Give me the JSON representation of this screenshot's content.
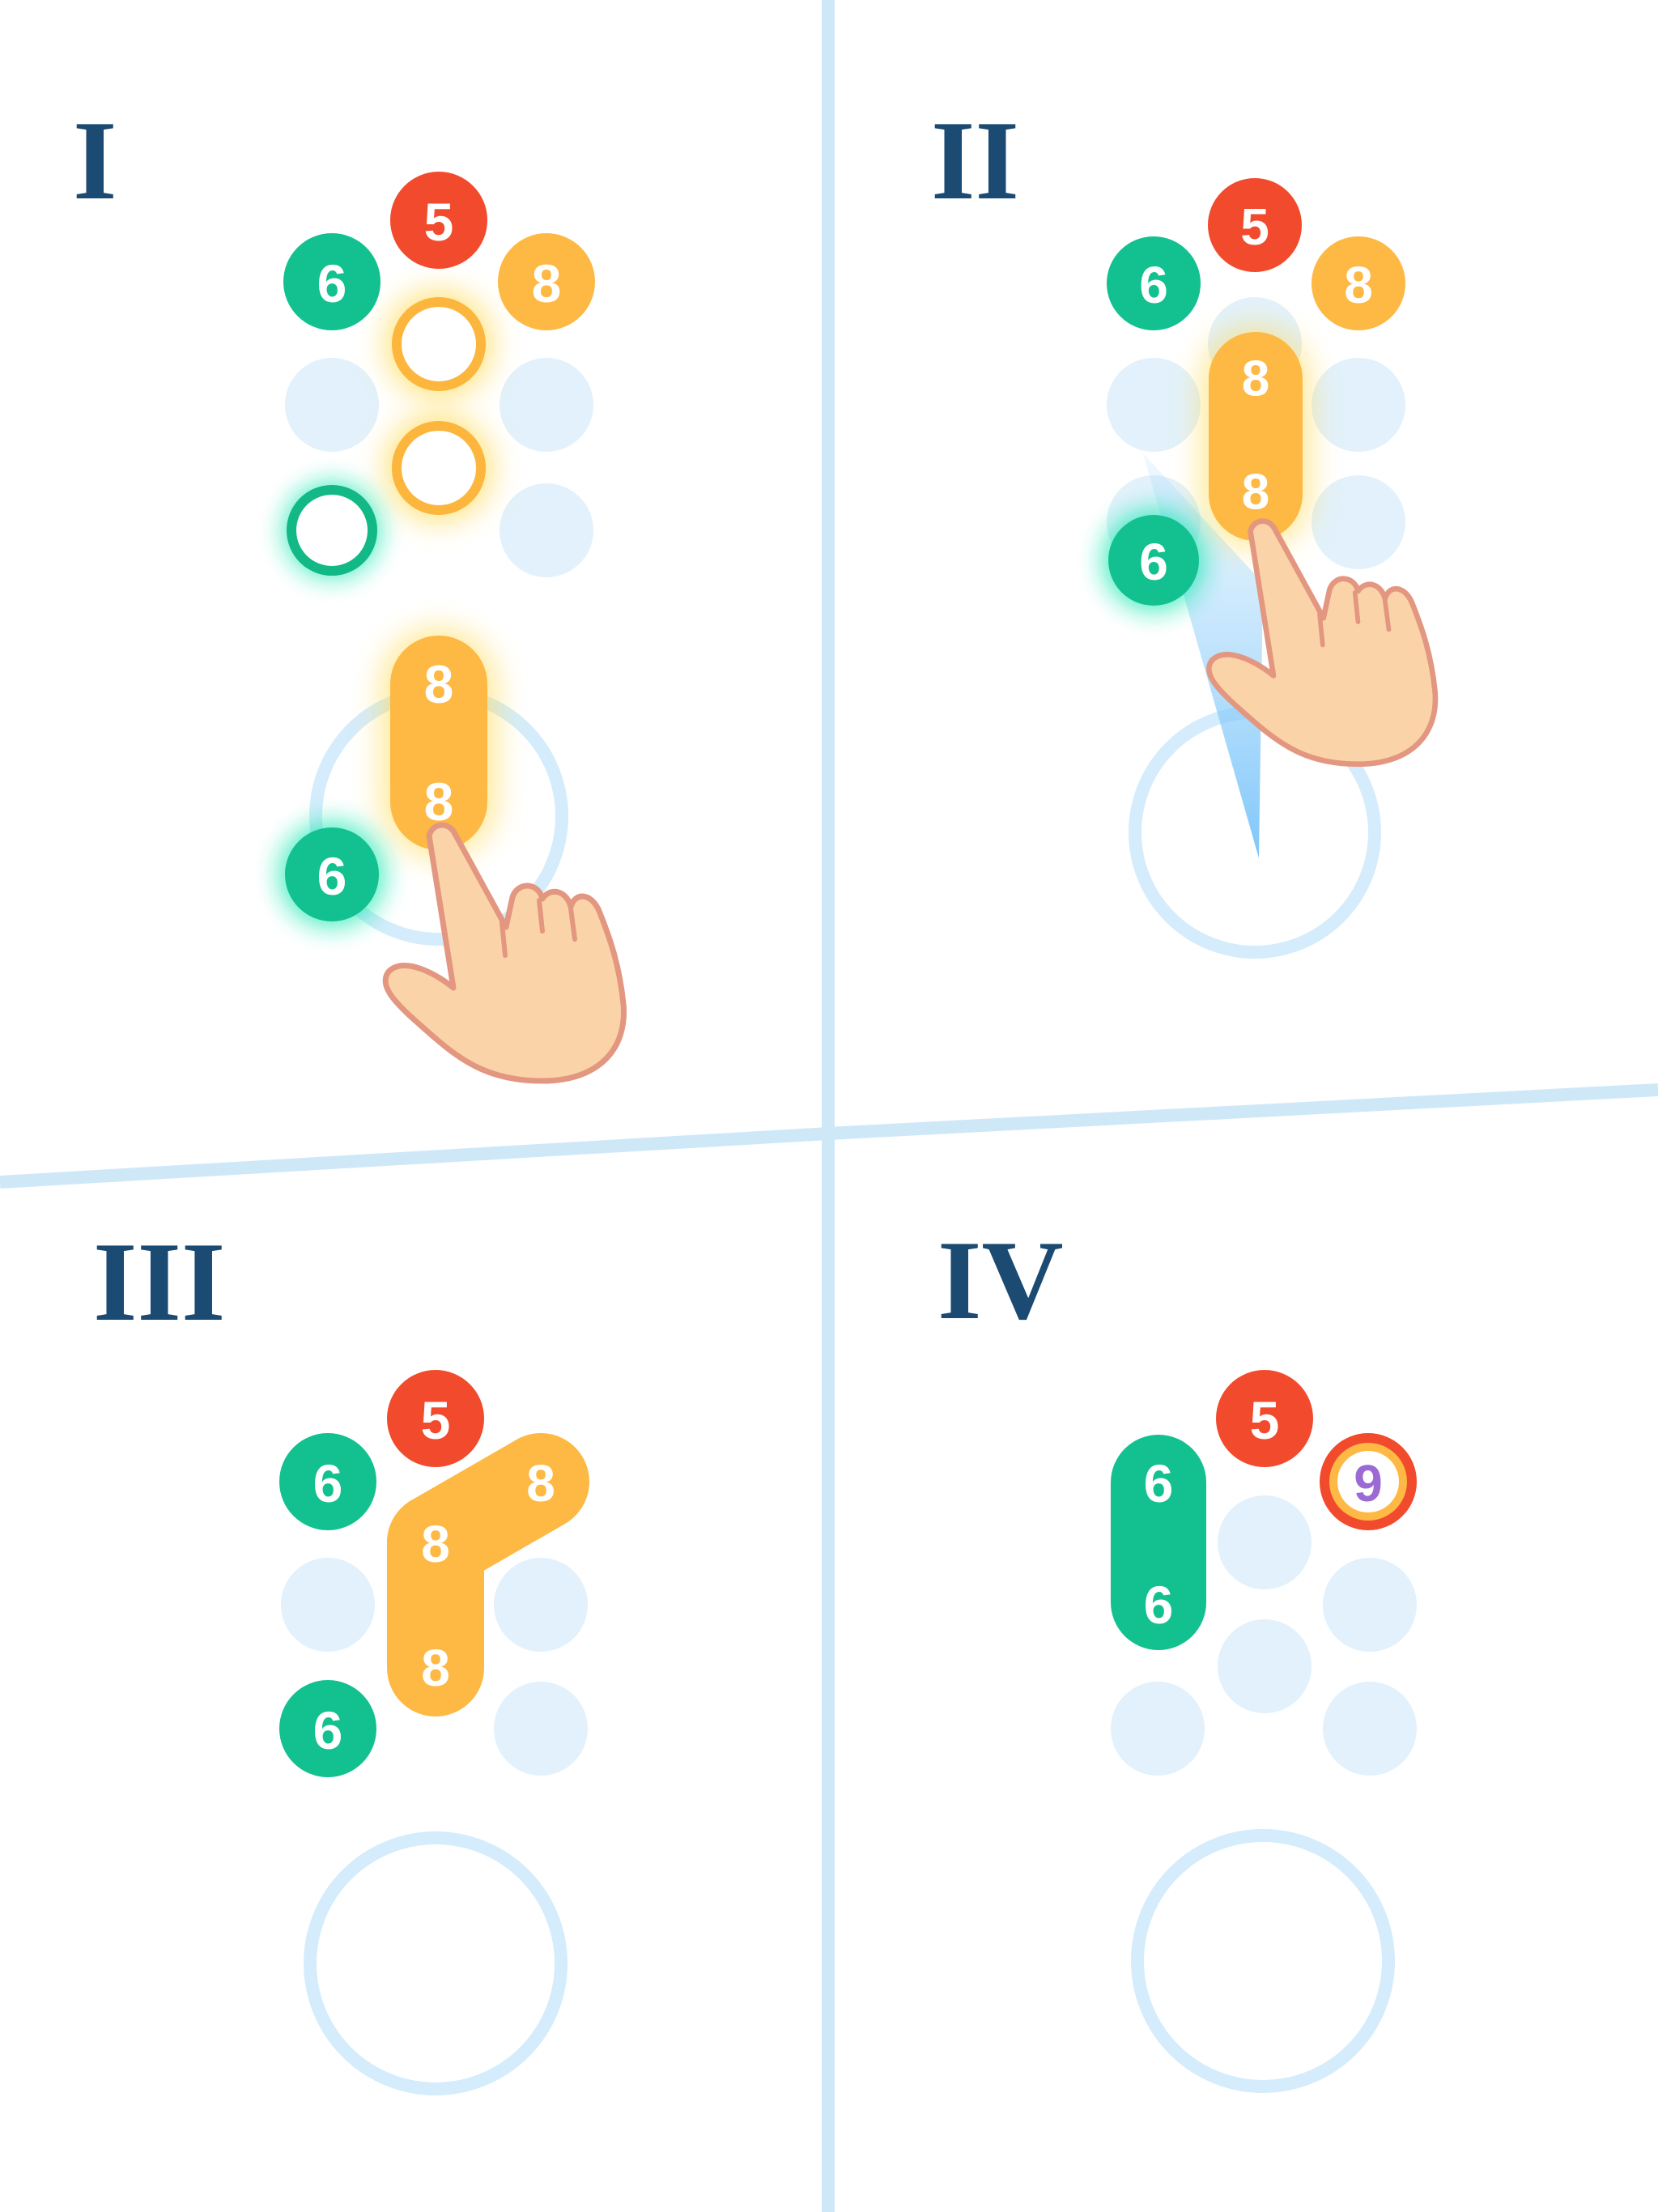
{
  "panels": [
    {
      "id": "panel-1",
      "label": "I",
      "pieces": [
        {
          "kind": "ball",
          "color": "green",
          "value": "6"
        },
        {
          "kind": "ball",
          "color": "red",
          "value": "5"
        },
        {
          "kind": "ball",
          "color": "orange",
          "value": "8"
        },
        {
          "kind": "slot",
          "color": "orange",
          "highlight": true
        },
        {
          "kind": "slot",
          "color": "orange",
          "highlight": true
        },
        {
          "kind": "slot",
          "color": "green",
          "highlight": true
        },
        {
          "kind": "pill",
          "color": "orange",
          "values": [
            "8",
            "8"
          ]
        },
        {
          "kind": "ball",
          "color": "green",
          "value": "6",
          "glow": true
        }
      ]
    },
    {
      "id": "panel-2",
      "label": "II",
      "pieces": [
        {
          "kind": "ball",
          "color": "green",
          "value": "6"
        },
        {
          "kind": "ball",
          "color": "red",
          "value": "5"
        },
        {
          "kind": "ball",
          "color": "orange",
          "value": "8"
        },
        {
          "kind": "pill",
          "color": "orange",
          "values": [
            "8",
            "8"
          ]
        },
        {
          "kind": "ball",
          "color": "green",
          "value": "6",
          "glow": true
        }
      ]
    },
    {
      "id": "panel-3",
      "label": "III",
      "pieces": [
        {
          "kind": "ball",
          "color": "green",
          "value": "6"
        },
        {
          "kind": "ball",
          "color": "red",
          "value": "5"
        },
        {
          "kind": "l-piece",
          "color": "orange",
          "values": [
            "8",
            "8",
            "8"
          ]
        },
        {
          "kind": "ball",
          "color": "green",
          "value": "6"
        }
      ]
    },
    {
      "id": "panel-4",
      "label": "IV",
      "pieces": [
        {
          "kind": "pill",
          "color": "green",
          "values": [
            "6",
            "6"
          ]
        },
        {
          "kind": "ball",
          "color": "red",
          "value": "5"
        },
        {
          "kind": "ball",
          "color": "purple",
          "value": "9",
          "ringed": true
        }
      ]
    }
  ],
  "colors": {
    "green": "#12c18f",
    "red": "#f24a2c",
    "orange": "#fdb943",
    "purple": "#9c6ad3",
    "empty_slot": "#e2f1fb",
    "divider": "#cfe8f8",
    "label": "#1b4a72",
    "hand_fill": "#fad4a8",
    "hand_outline": "#e39680"
  }
}
